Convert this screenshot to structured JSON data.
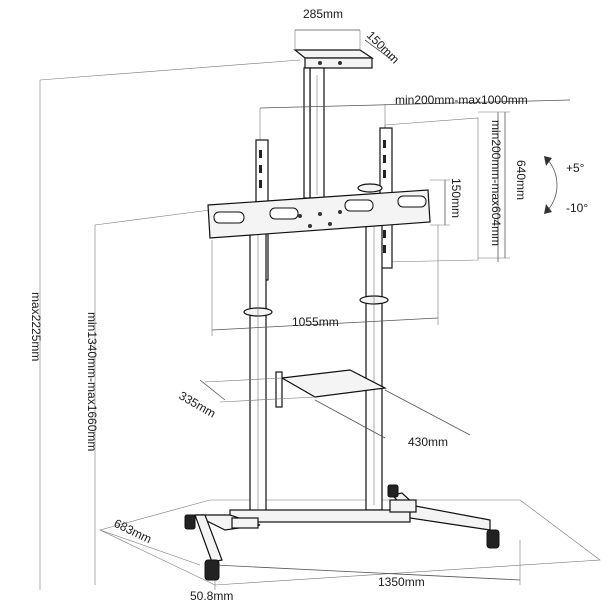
{
  "diagram": {
    "dimensions": {
      "camera_shelf_width": "285mm",
      "camera_shelf_depth": "150mm",
      "vesa_horizontal_range": "min200mm-max1000mm",
      "vesa_vertical_range": "min200mm-max604mm",
      "bracket_height": "640mm",
      "arm_slot_height": "150mm",
      "tilt_up": "+5°",
      "tilt_down": "-10°",
      "total_height": "max2225mm",
      "mount_height_range": "min1340mm-max1660mm",
      "bracket_width": "1055mm",
      "shelf_depth": "335mm",
      "shelf_width": "430mm",
      "base_depth": "683mm",
      "caster_size": "50.8mm",
      "base_width": "1350mm"
    }
  }
}
